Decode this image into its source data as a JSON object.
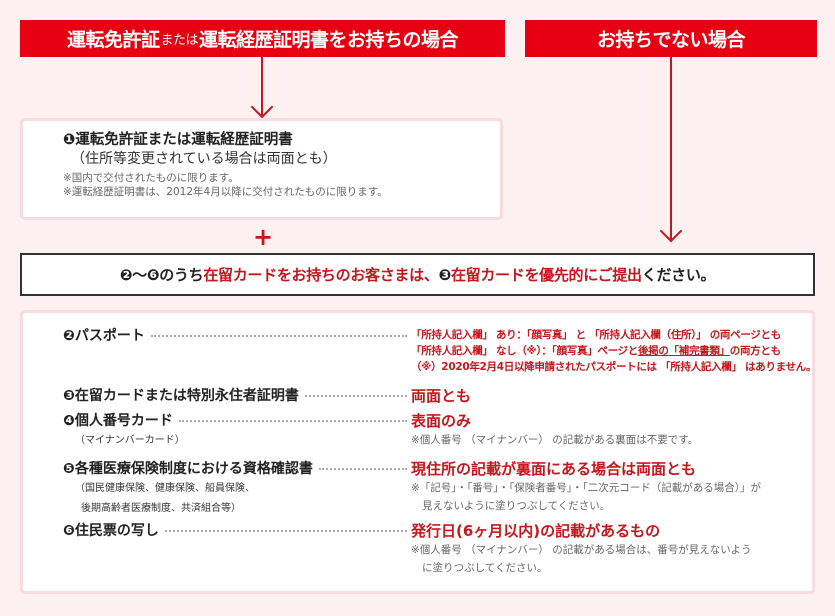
{
  "headers": {
    "left": {
      "part1": "運転免許証",
      "part2": "または",
      "part3": "運転経歴証明書をお持ちの場合"
    },
    "right": "お持ちでない場合"
  },
  "box1": {
    "title": "❶運転免許証または運転経歴証明書",
    "subtitle": "（住所等変更されている場合は両面とも）",
    "notes": [
      "※国内で交付されたものに限ります。",
      "※運転経歴証明書は、2012年4月以降に交付されたものに限ります。"
    ]
  },
  "plus_symbol": "+",
  "notice": {
    "part1": "❷～❻のうち",
    "part2": "在留カードをお持ちのお客さまは、",
    "part3": "❸",
    "part4": "在留カードを優先的にご提出",
    "part5": "ください。"
  },
  "documents": [
    {
      "label": "❷パスポート",
      "values": {
        "line1": "「所持人記入欄」 あり：「顔写真」 と 「所持人記入欄（住所）」 の両ページとも",
        "line2a": "「所持人記入欄」 なし（※）：「顔写真」ページと",
        "line2_link": "後掲の「補完書類」",
        "line2b": "の両方とも",
        "line3": "（※）2020年2月4日以降申請されたパスポートには 「所持人記入欄」 はありません。"
      }
    },
    {
      "label": "❸在留カードまたは特別永住者証明書",
      "value": "両面とも"
    },
    {
      "label": "❹個人番号カード",
      "sub": "（マイナンバーカード）",
      "value": "表面のみ",
      "note": "※個人番号 （マイナンバー） の記載がある裏面は不要です。"
    },
    {
      "label": "❺各種医療保険制度における資格確認書",
      "sub": [
        "（国民健康保険、健康保険、船員保険、",
        "後期高齢者医療制度、共済組合等）"
      ],
      "value": "現住所の記載が裏面にある場合は両面とも",
      "note": [
        "※「記号」・「番号」・「保険者番号」・「二次元コード（記載がある場合）」が",
        "見えないように塗りつぶしてください。"
      ]
    },
    {
      "label": "❻住民票の写し",
      "value": "発行日(6ヶ月以内)の記載があるもの",
      "note": [
        "※個人番号 （マイナンバー） の記載がある場合は、番号が見えないよう",
        "に塗りつぶしてください。"
      ]
    }
  ],
  "colors": {
    "accent_red": "#e60012",
    "text_red": "#c8161d",
    "background": "#fcf0f1",
    "box_border": "#f9dcdf"
  }
}
